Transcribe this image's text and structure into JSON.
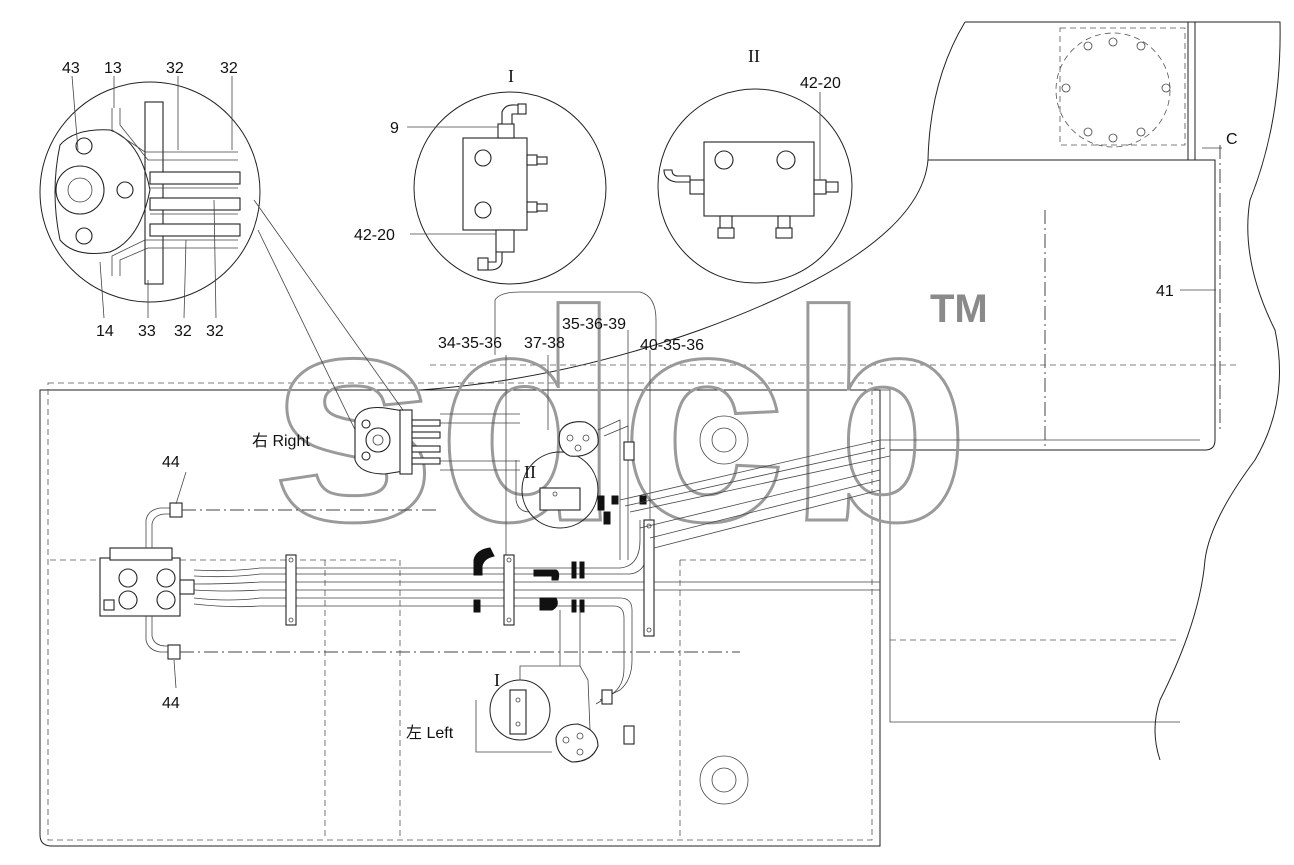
{
  "detail_views": {
    "view_I_title": "I",
    "view_II_title": "II"
  },
  "callouts": {
    "c43": "43",
    "c13": "13",
    "c32a": "32",
    "c32b": "32",
    "c14": "14",
    "c33": "33",
    "c32c": "32",
    "c32d": "32",
    "c9": "9",
    "c42_20_I": "42-20",
    "c42_20_II": "42-20",
    "cC": "C",
    "c41": "41",
    "c34_35_36": "34-35-36",
    "c37_38": "37-38",
    "c35_36_39": "35-36-39",
    "c40_35_36": "40-35-36",
    "c44_top": "44",
    "c44_bottom": "44",
    "marker_II": "II",
    "marker_I": "I"
  },
  "side_labels": {
    "right": "右 Right",
    "left": "左 Left"
  },
  "watermark": {
    "text": "sdcb",
    "tm": "TM"
  },
  "colors": {
    "line": "#222222",
    "watermark": "#9a9a9a",
    "background": "#ffffff"
  }
}
